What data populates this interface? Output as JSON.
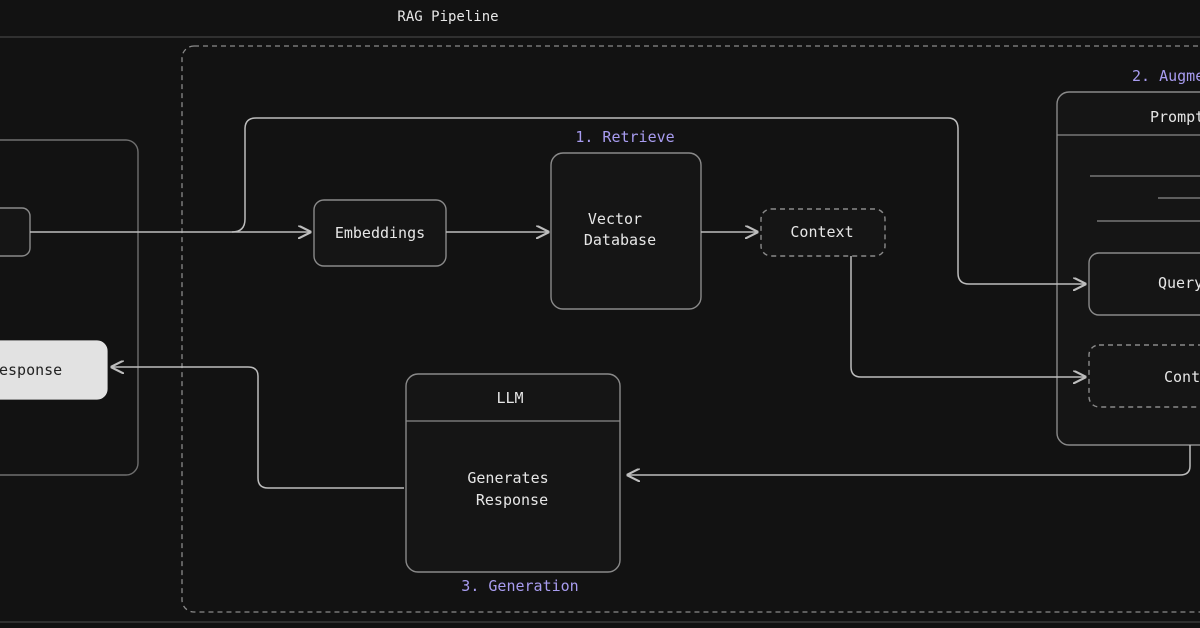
{
  "title": "RAG Pipeline",
  "colors": {
    "background": "#121212",
    "stage_label": "#a89cf0",
    "box_stroke": "#8a8a8a",
    "response_fill": "#e2e2e2"
  },
  "stages": {
    "retrieve": "1. Retrieve",
    "augment": "2. Augme",
    "generation": "3. Generation"
  },
  "nodes": {
    "response": "esponse",
    "embeddings": "Embeddings",
    "vector_db_line1": "Vector",
    "vector_db_line2": "Database",
    "context": "Context",
    "llm_header": "LLM",
    "llm_body_line1": "Generates",
    "llm_body_line2": "Response",
    "prompt_header": "Prompt",
    "prompt_query": "Query",
    "prompt_context": "Cont"
  }
}
